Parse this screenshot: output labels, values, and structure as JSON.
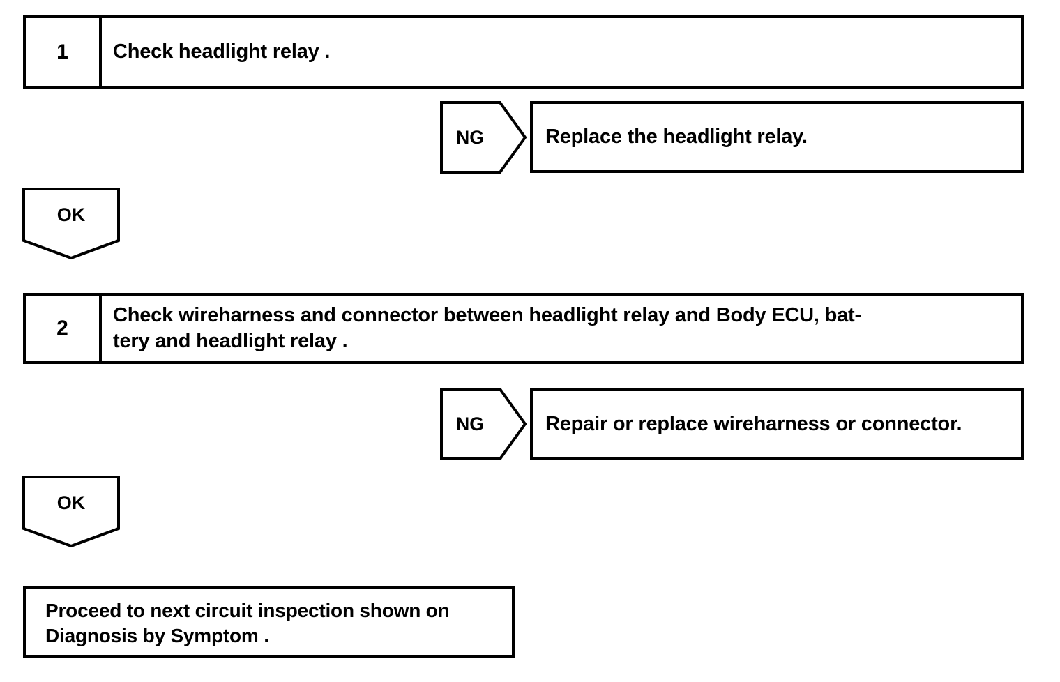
{
  "document": {
    "type": "diagnostic-troubleshooting-flowchart",
    "title": "Headlight relay circuit inspection procedure"
  },
  "colors": {
    "background": "#ffffff",
    "stroke": "#000000",
    "text": "#000000"
  },
  "steps": [
    {
      "number": "1",
      "text": "Check headlight relay ."
    },
    {
      "number": "2",
      "text": "Check wireharness and connector between headlight relay and Body ECU, bat-\ntery and headlight relay ."
    }
  ],
  "branches": [
    {
      "label": "NG",
      "action": "Replace the headlight relay."
    },
    {
      "label": "NG",
      "action": "Repair or replace wireharness or connector."
    }
  ],
  "connectors": [
    {
      "label": "OK"
    },
    {
      "label": "OK"
    }
  ],
  "final": {
    "text": "Proceed to next circuit inspection shown on\nDiagnosis by Symptom ."
  }
}
